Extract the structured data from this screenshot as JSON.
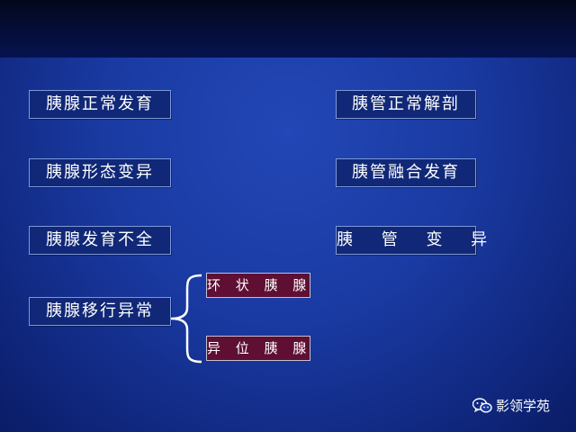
{
  "left_boxes": [
    "胰腺正常发育",
    "胰腺形态变异",
    "胰腺发育不全",
    "胰腺移行异常"
  ],
  "right_boxes": [
    "胰管正常解剖",
    "胰管融合发育",
    "胰 管 变 异"
  ],
  "sub_boxes": [
    "环 状 胰 腺",
    "异 位 胰 腺"
  ],
  "watermark": {
    "text": "影领学苑",
    "icon": "wechat-icon"
  },
  "colors": {
    "background": "#1a3aa2",
    "box_fill": "#102877",
    "sub_box_fill": "#5e0f33",
    "border": "#7d98d8"
  }
}
